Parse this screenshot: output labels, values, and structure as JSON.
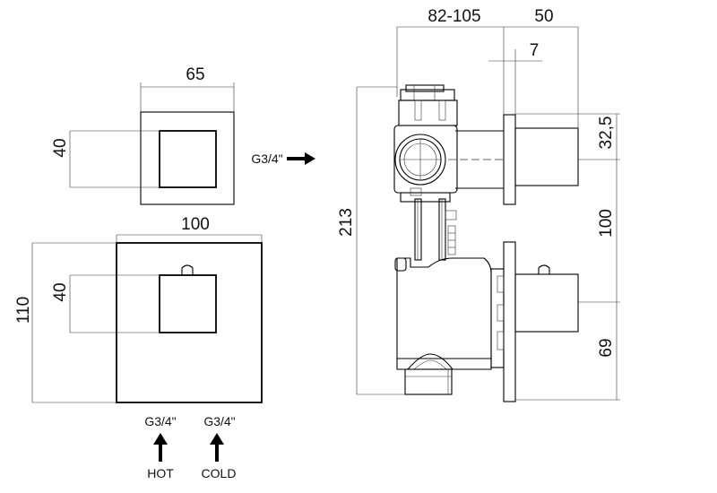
{
  "top_view": {
    "width_label": "65",
    "inner_label": "40"
  },
  "front_view": {
    "width_label": "100",
    "height_label": "110",
    "inner_label": "40"
  },
  "inlets": {
    "left": {
      "thread": "G3/4\"",
      "label": "HOT"
    },
    "right": {
      "thread": "G3/4\"",
      "label": "COLD"
    }
  },
  "outlet": {
    "thread": "G3/4\""
  },
  "side_view": {
    "depth_label": "82-105",
    "handle_label": "50",
    "plate_label": "7",
    "offset_label": "32,5",
    "spacing_label": "100",
    "bottom_label": "69",
    "height_label": "213"
  }
}
